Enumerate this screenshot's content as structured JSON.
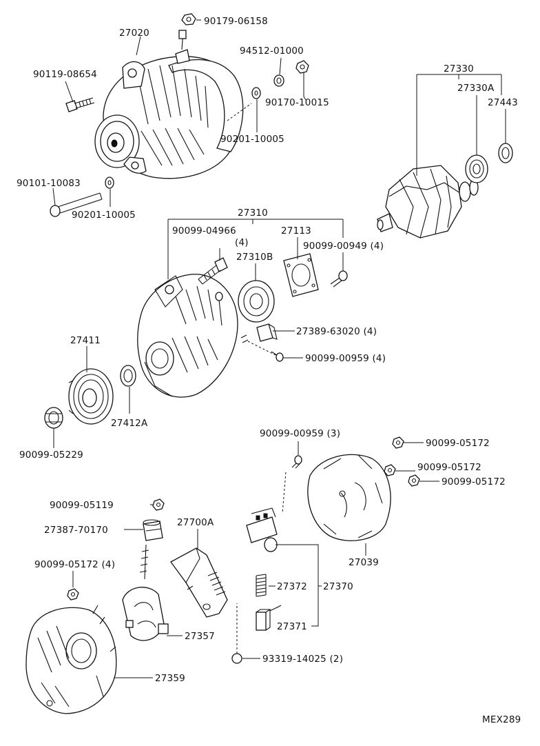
{
  "diagram_code": "MEX289",
  "labels": {
    "p90179_06158": "90179-06158",
    "p27020": "27020",
    "p94512_01000": "94512-01000",
    "p90119_08654": "90119-08654",
    "p90170_10015": "90170-10015",
    "p90201_10005_a": "90201-10005",
    "p90101_10083": "90101-10083",
    "p90201_10005_b": "90201-10005",
    "p27330": "27330",
    "p27330a": "27330A",
    "p27443": "27443",
    "p27310": "27310",
    "p90099_04966": "90099-04966",
    "p90099_04966_qty": "(4)",
    "p27113": "27113",
    "p27310b": "27310B",
    "p90099_00949": "90099-00949 (4)",
    "p27389_63020": "27389-63020 (4)",
    "p90099_00959_4": "90099-00959 (4)",
    "p27411": "27411",
    "p27412a": "27412A",
    "p90099_05229": "90099-05229",
    "p90099_00959_3": "90099-00959 (3)",
    "p90099_05172_a": "90099-05172",
    "p90099_05172_b": "90099-05172",
    "p90099_05172_c": "90099-05172",
    "p90099_05119": "90099-05119",
    "p27700a": "27700A",
    "p27387_70170": "27387-70170",
    "p90099_05172_4": "90099-05172 (4)",
    "p27372": "27372",
    "p27370": "27370",
    "p27039": "27039",
    "p27371": "27371",
    "p27357": "27357",
    "p93319_14025": "93319-14025 (2)",
    "p27359": "27359"
  }
}
